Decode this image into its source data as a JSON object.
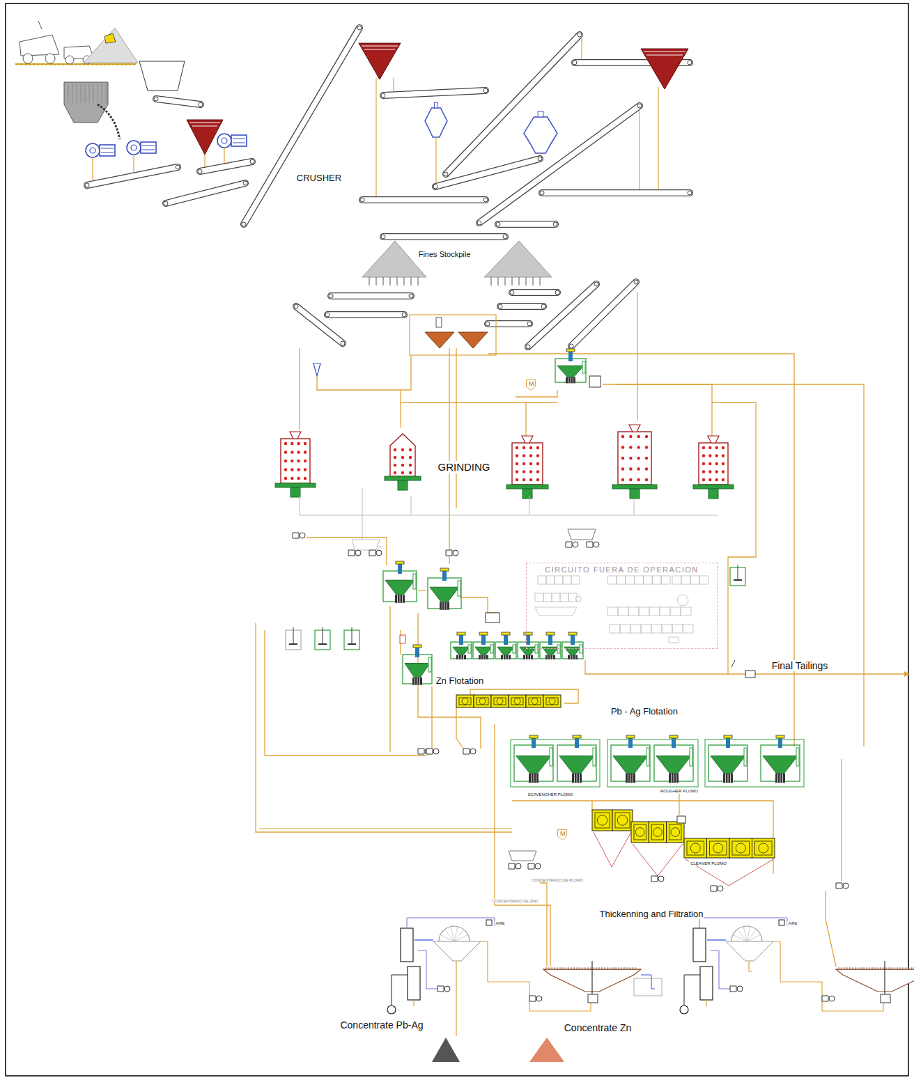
{
  "diagram": {
    "nodes": [
      {
        "text": [
          "CIRCUITO FUERA DE OPERACION"
        ]
      },
      {
        "text": [
          "M"
        ]
      },
      {
        "text": [
          "M"
        ]
      }
    ],
    "labels": [
      "CRUSHER",
      "Fines Stockpile",
      "GRINDING",
      "Zn Flotation",
      "Final Tailings",
      "Pb - Ag Flotation",
      "SCAVENGHER PLOMO",
      "ROUGHER PLOMO",
      "CLEANER PLOMO",
      "CONCENTRADO DE PLOMO",
      "CONCENTRADO DE ZINC",
      "Thickenning and Filtration",
      "AIRE",
      "AIRE",
      "Concentrate Pb-Ag",
      "Concentrate Zn"
    ]
  }
}
